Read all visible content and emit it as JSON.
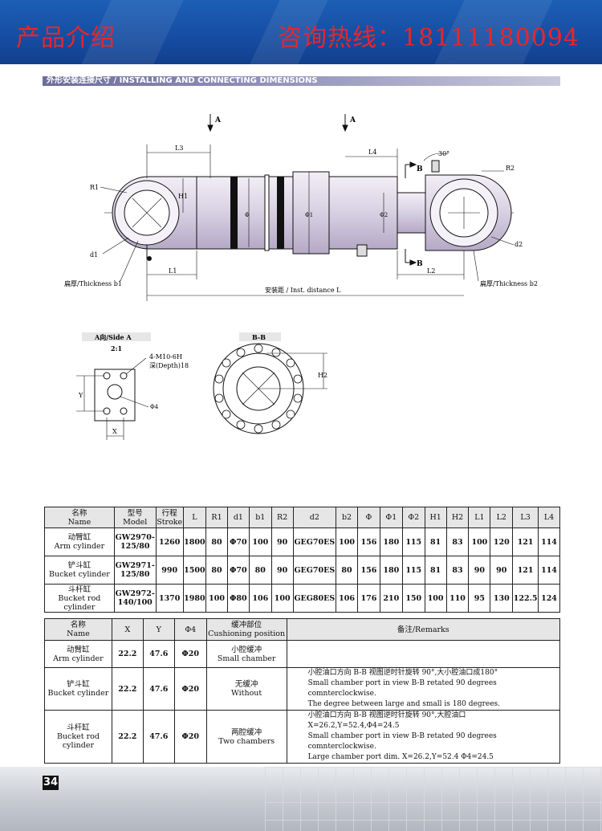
{
  "header": {
    "left": "产品介绍",
    "right": "咨询热线：18111180094",
    "color": "#e8262b"
  },
  "section": {
    "title": "外形安装连接尺寸 / INSTALLING AND CONNECTING DIMENSIONS"
  },
  "drawing": {
    "label_A": "A",
    "label_B": "B",
    "L3": "L3",
    "L4": "L4",
    "L1": "L1",
    "L2": "L2",
    "H1": "H1",
    "R1": "R1",
    "R2": "R2",
    "d1": "d1",
    "d2": "d2",
    "phi": "Φ",
    "phi1": "Φ1",
    "phi2": "Φ2",
    "angle": "30°",
    "thickness_b1": "扁厚/Thickness b1",
    "thickness_b2": "扁厚/Thickness b2",
    "inst_distance": "安装距 / Inst. distance   L",
    "side_a_title": "A向/Side A",
    "side_a_scale": "2:1",
    "thread": "4-M10-6H",
    "depth": "深(Depth)18",
    "phi4": "Φ4",
    "Y": "Y",
    "X": "X",
    "bb_title": "B-B",
    "H2": "H2"
  },
  "table1": {
    "headers": [
      "名称|Name",
      "型号|Model",
      "行程|Stroke",
      "L",
      "R1",
      "d1",
      "b1",
      "R2",
      "d2",
      "b2",
      "Φ",
      "Φ1",
      "Φ2",
      "H1",
      "H2",
      "L1",
      "L2",
      "L3",
      "L4"
    ],
    "rows": [
      [
        "动臂缸|Arm cylinder",
        "GW2970-|125/80",
        "1260",
        "1800",
        "80",
        "Φ70",
        "100",
        "90",
        "GEG70ES",
        "100",
        "156",
        "180",
        "115",
        "81",
        "83",
        "100",
        "120",
        "121",
        "114"
      ],
      [
        "铲斗缸|Bucket cylinder",
        "GW2971-|125/80",
        "990",
        "1500",
        "80",
        "Φ70",
        "80",
        "90",
        "GEG70ES",
        "80",
        "156",
        "180",
        "115",
        "81",
        "83",
        "90",
        "90",
        "121",
        "114"
      ],
      [
        "斗杆缸|Bucket rod cylinder",
        "GW2972-|140/100",
        "1370",
        "1980",
        "100",
        "Φ80",
        "106",
        "100",
        "GEG80ES",
        "106",
        "176",
        "210",
        "150",
        "100",
        "110",
        "95",
        "130",
        "122.5",
        "124"
      ]
    ]
  },
  "table2": {
    "headers": [
      "名称|Name",
      "X",
      "Y",
      "Φ4",
      "缓冲部位|Cushioning position",
      "备注/Remarks"
    ],
    "rows": [
      {
        "name_zh": "动臂缸",
        "name_en": "Arm cylinder",
        "x": "22.2",
        "y": "47.6",
        "phi4": "Φ20",
        "cush_zh": "小腔缓冲",
        "cush_en": "Small chamber",
        "r1": "",
        "r2": "",
        "r3": ""
      },
      {
        "name_zh": "铲斗缸",
        "name_en": "Bucket cylinder",
        "x": "22.2",
        "y": "47.6",
        "phi4": "Φ20",
        "cush_zh": "无缓冲",
        "cush_en": "Without",
        "r1": "小腔油口方向 B-B 视图逆时针旋转 90°,大小腔油口成180°",
        "r2": "Small chamber port in view B-B retated 90 degrees comnterclockwise.",
        "r3": "The degree between large and small is 180 degrees."
      },
      {
        "name_zh": "斗杆缸",
        "name_en": "Bucket rod cylinder",
        "x": "22.2",
        "y": "47.6",
        "phi4": "Φ20",
        "cush_zh": "两腔缓冲",
        "cush_en": "Two chambers",
        "r1": "小腔油口方向 B-B 视图逆时针旋转 90°,大腔油口 X=26.2,Y=52.4,Φ4=24.5",
        "r2": "Small chamber port in view B-B retated 90 degrees comnterclockwise.",
        "r3": "Large chamber port dim. X=26.2,Y=52.4 Φ4=24.5"
      }
    ]
  },
  "footer": {
    "page": "34"
  }
}
